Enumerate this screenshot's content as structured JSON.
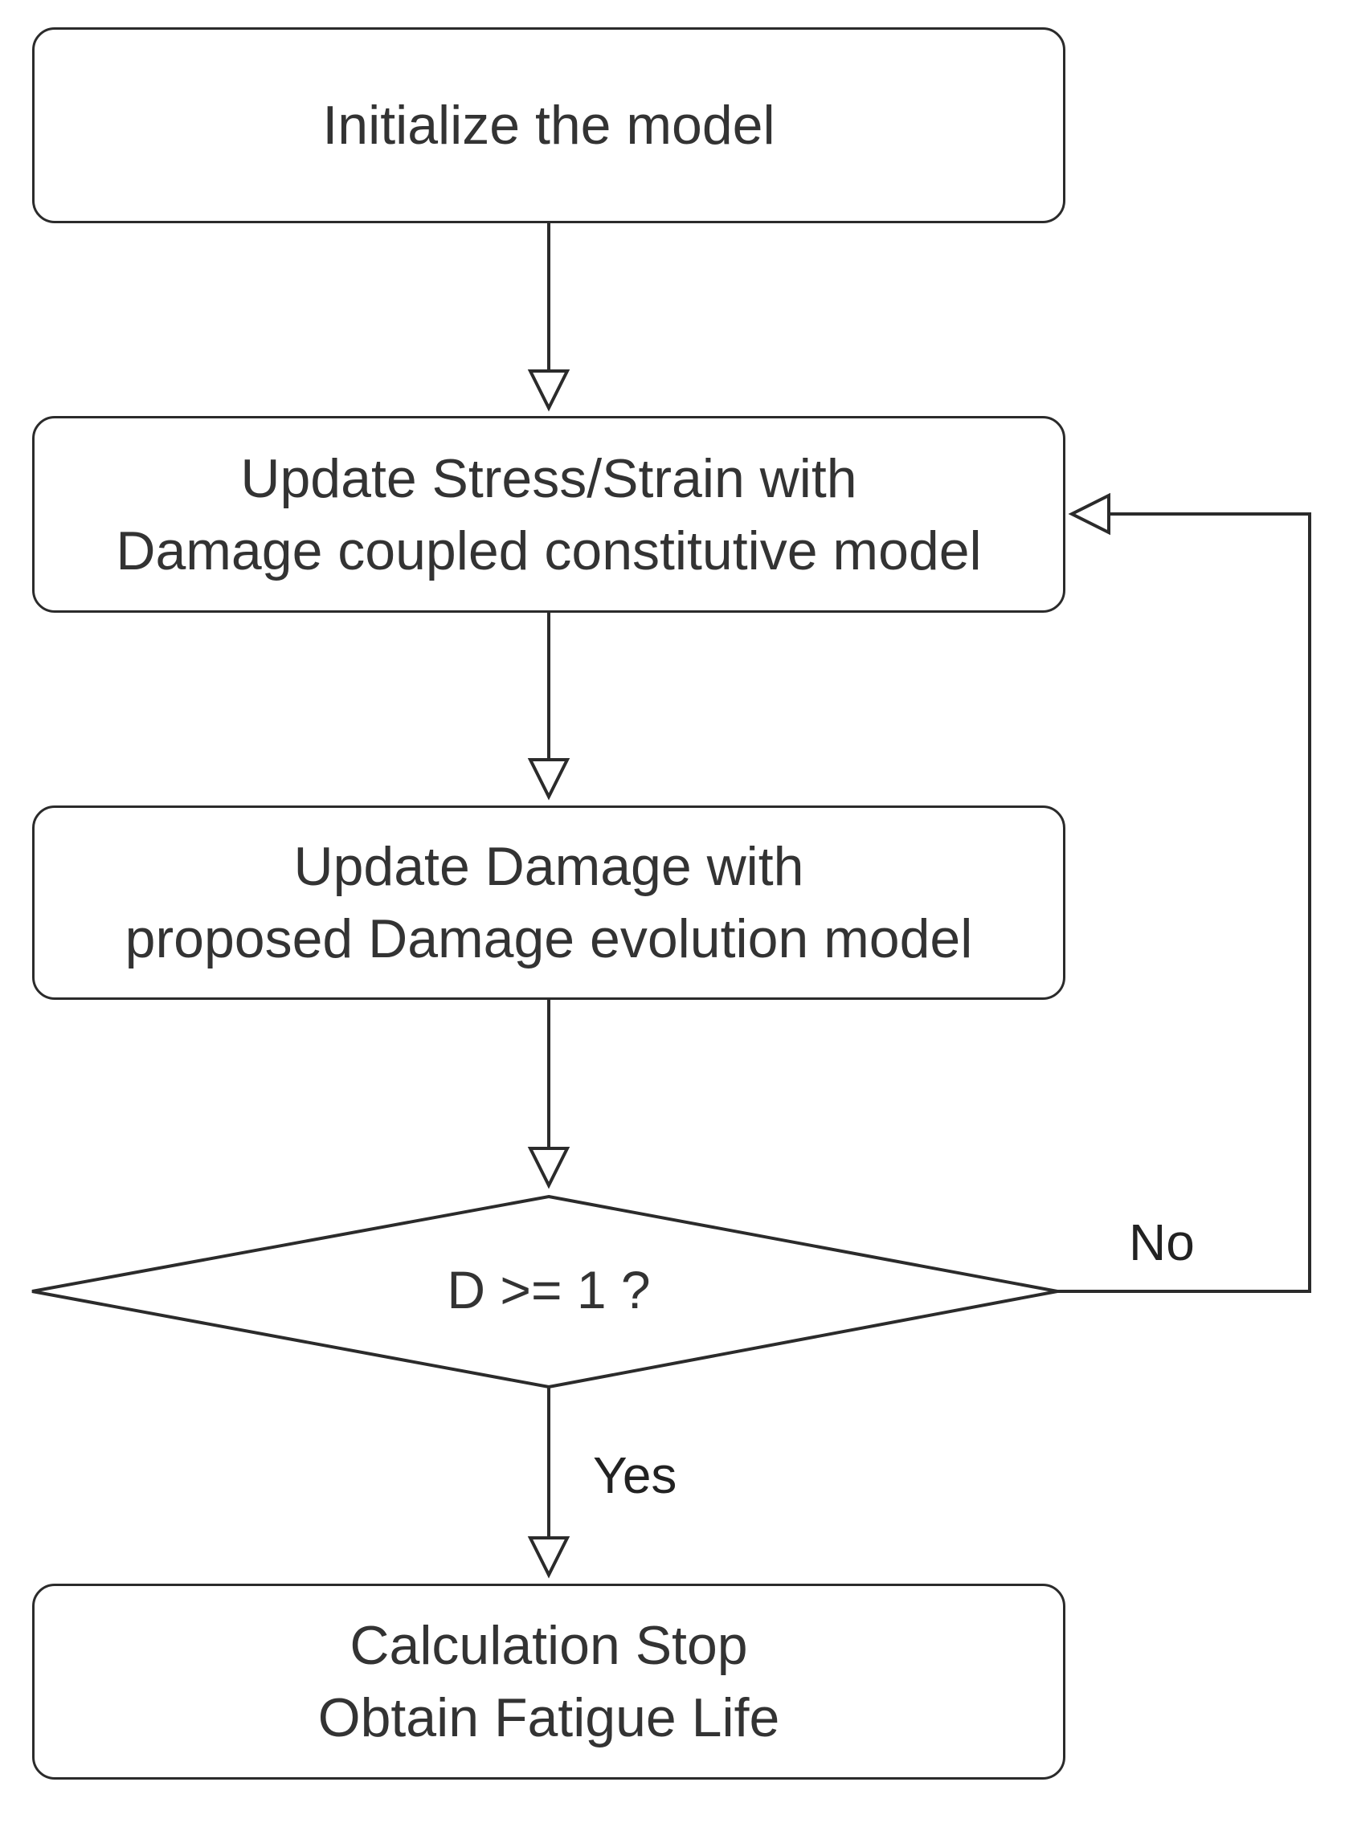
{
  "nodes": {
    "init": {
      "lines": [
        "Initialize the model"
      ]
    },
    "update_stress": {
      "lines": [
        "Update Stress/Strain with",
        "Damage coupled constitutive model"
      ]
    },
    "update_damage": {
      "lines": [
        "Update Damage with",
        "proposed Damage evolution model"
      ]
    },
    "decision": {
      "text": "D >= 1 ?"
    },
    "stop": {
      "lines": [
        "Calculation Stop",
        "Obtain Fatigue Life"
      ]
    }
  },
  "edges": {
    "no_label": "No",
    "yes_label": "Yes"
  },
  "colors": {
    "stroke": "#2b2b2b",
    "text": "#333333",
    "background": "#ffffff"
  }
}
